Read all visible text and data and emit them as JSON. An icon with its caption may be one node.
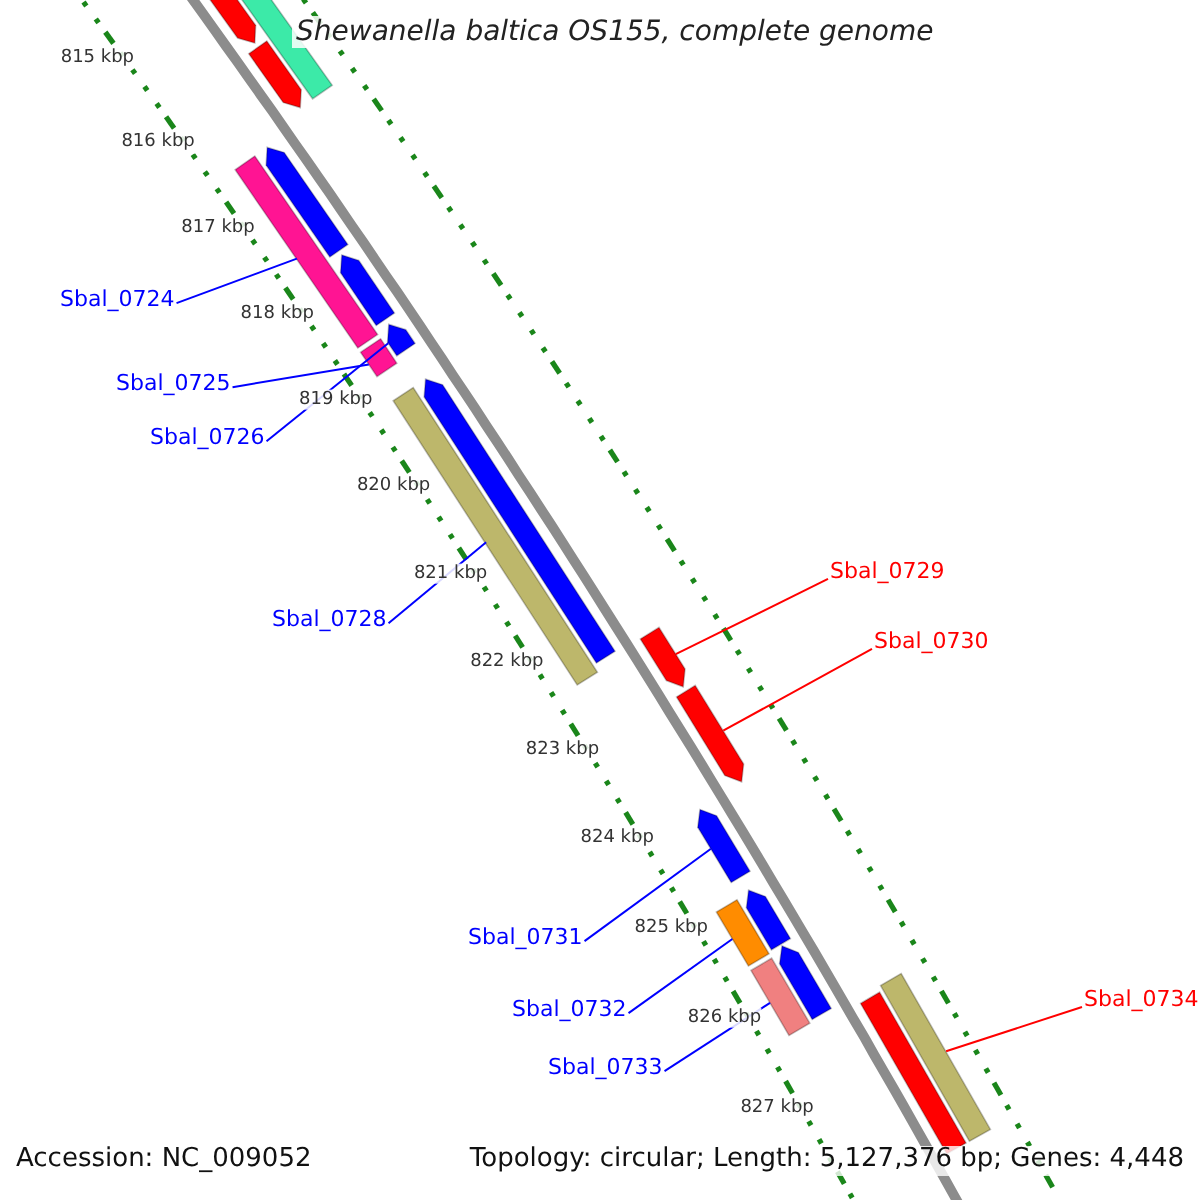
{
  "diagram": {
    "title": "Shewanella baltica OS155, complete genome",
    "nodes": [
      {
        "text": [
          "Sbal_0724"
        ]
      },
      {
        "text": [
          "Sbal_0725"
        ]
      },
      {
        "text": [
          "Sbal_0726"
        ]
      },
      {
        "text": [
          "Sbal_0728"
        ]
      },
      {
        "text": [
          "Sbal_0729"
        ]
      },
      {
        "text": [
          "Sbal_0730"
        ]
      },
      {
        "text": [
          "Sbal_0731"
        ]
      },
      {
        "text": [
          "Sbal_0732"
        ]
      },
      {
        "text": [
          "Sbal_0733"
        ]
      },
      {
        "text": [
          "Sbal_0734"
        ]
      },
      {
        "text": [],
        "shape": "pentagon"
      },
      {
        "text": [],
        "shape": "pentagon"
      },
      {
        "text": [],
        "shape": "bar"
      },
      {
        "text": [],
        "shape": "pentagon"
      },
      {
        "text": [],
        "shape": "bar"
      },
      {
        "text": [],
        "shape": "pentagon"
      },
      {
        "text": [],
        "shape": "bar"
      },
      {
        "text": [],
        "shape": "pentagon"
      },
      {
        "text": [],
        "shape": "pentagon"
      },
      {
        "text": [],
        "shape": "bar"
      },
      {
        "text": [],
        "shape": "pentagon"
      },
      {
        "text": [],
        "shape": "pentagon"
      },
      {
        "text": [],
        "shape": "pentagon"
      },
      {
        "text": [],
        "shape": "bar"
      },
      {
        "text": [],
        "shape": "pentagon"
      },
      {
        "text": [],
        "shape": "bar"
      },
      {
        "text": [],
        "shape": "pentagon"
      },
      {
        "text": [],
        "shape": "bar"
      },
      {
        "text": [],
        "shape": "bar"
      }
    ],
    "edges": [
      {
        "from": 0,
        "to": 14,
        "arrow": "none"
      },
      {
        "from": 1,
        "to": 16,
        "arrow": "none"
      },
      {
        "from": 2,
        "to": 17,
        "arrow": "none"
      },
      {
        "from": 3,
        "to": 19,
        "arrow": "none"
      },
      {
        "from": 4,
        "to": 20,
        "arrow": "none",
        "color": "#ff0000"
      },
      {
        "from": 5,
        "to": 21,
        "arrow": "none",
        "color": "#ff0000"
      },
      {
        "from": 6,
        "to": 22,
        "arrow": "none"
      },
      {
        "from": 7,
        "to": 23,
        "arrow": "none"
      },
      {
        "from": 8,
        "to": 25,
        "arrow": "none"
      },
      {
        "from": 9,
        "to": 28,
        "arrow": "none",
        "color": "#ff0000"
      }
    ],
    "labels": [
      "815 kbp",
      "816 kbp",
      "817 kbp",
      "818 kbp",
      "819 kbp",
      "820 kbp",
      "821 kbp",
      "822 kbp",
      "823 kbp",
      "824 kbp",
      "825 kbp",
      "826 kbp",
      "827 kbp",
      "Accession: NC_009052",
      "Topology: circular; Length: 5,127,376 bp; Genes: 4,448"
    ]
  }
}
